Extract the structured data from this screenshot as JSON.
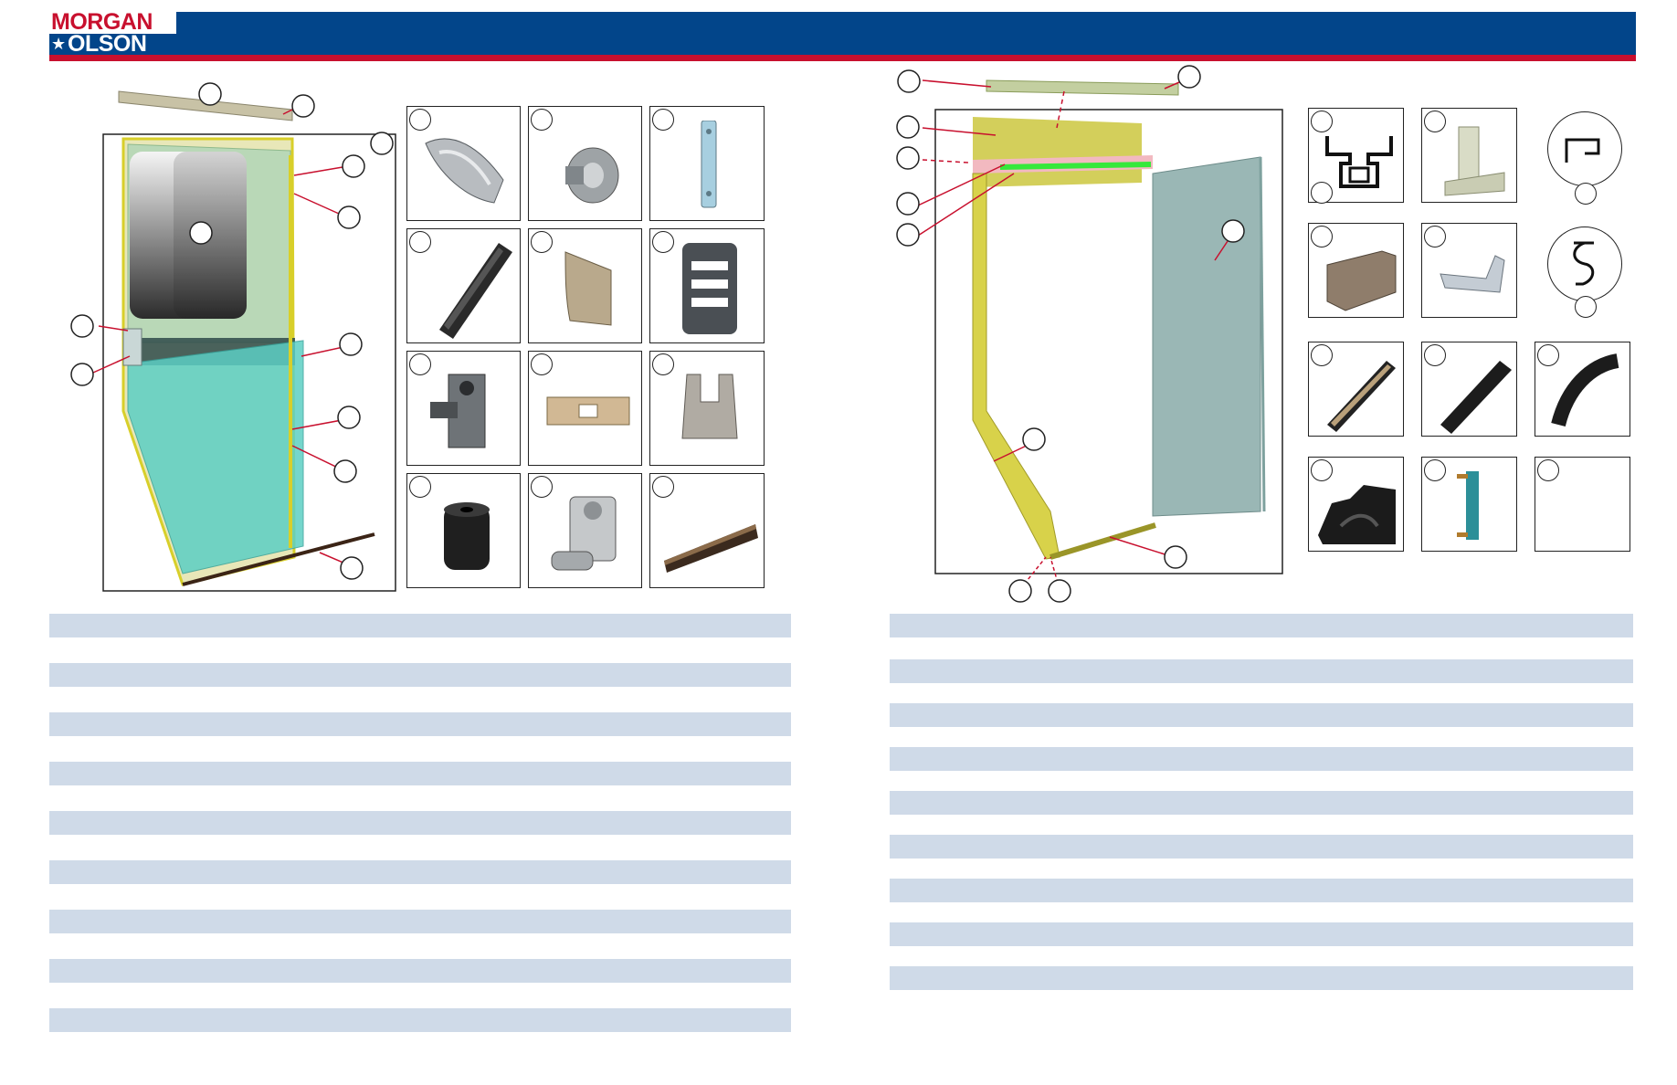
{
  "brand": {
    "line1": "MORGAN",
    "star": "★",
    "line2": "OLSON",
    "colors": {
      "blue": "#02458a",
      "red": "#c8102e",
      "row": "#cfdae8"
    }
  },
  "left_panel": {
    "diagram_name": "door-exploded-diagram",
    "part_count": 12,
    "row_count": 9
  },
  "right_panel": {
    "diagram_name": "door-frame-exploded-diagram",
    "part_count": 12,
    "row_count": 9
  }
}
